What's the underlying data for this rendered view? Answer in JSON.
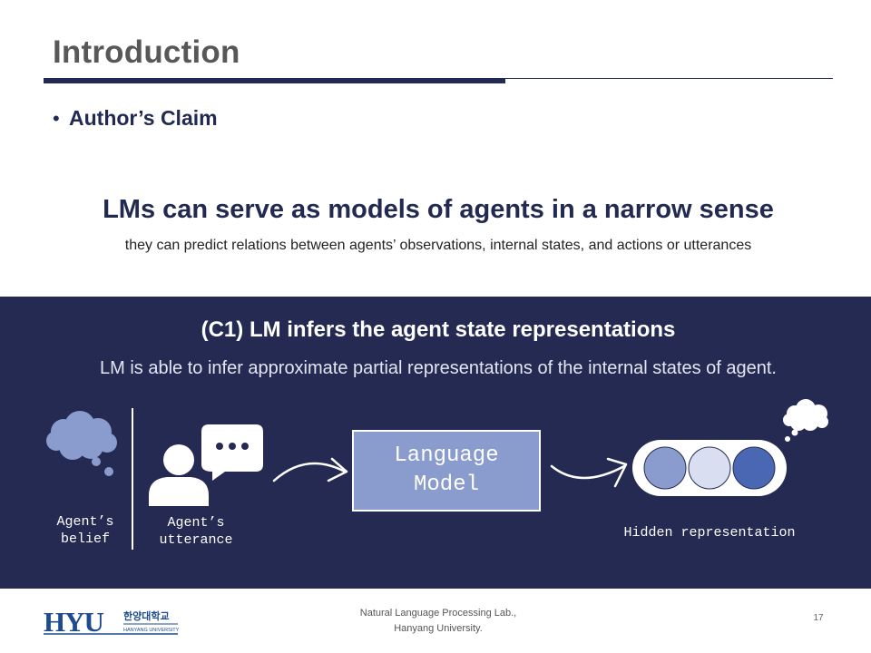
{
  "slide": {
    "title": "Introduction",
    "bullet": "Author’s Claim",
    "headline": "LMs can serve as models of agents in a narrow sense",
    "subline": "they can predict relations between agents’ observations, internal states, and actions or utterances"
  },
  "panel": {
    "claim_title": "(C1) LM infers the agent state representations",
    "claim_desc": "LM is able to infer approximate partial representations of the internal states of agent.",
    "belief_label": "Agent’s\nbelief",
    "utterance_label": "Agent’s\nutterance",
    "model_label": "Language\nModel",
    "hidden_label": "Hidden representation"
  },
  "colors": {
    "panel_bg": "#252a53",
    "accent_navy": "#232a52",
    "model_box": "#8a9bcd",
    "cloud": "#8a9bcd",
    "circle_1": "#8a9bcd",
    "circle_2": "#d9def1",
    "circle_3": "#4a67b3"
  },
  "footer": {
    "lab": "Natural Language Processing Lab.,\nHanyang University.",
    "page": "17",
    "logo_text": "HYU",
    "logo_korean": "한양대학교",
    "logo_sub": "HANYANG UNIVERSITY"
  }
}
